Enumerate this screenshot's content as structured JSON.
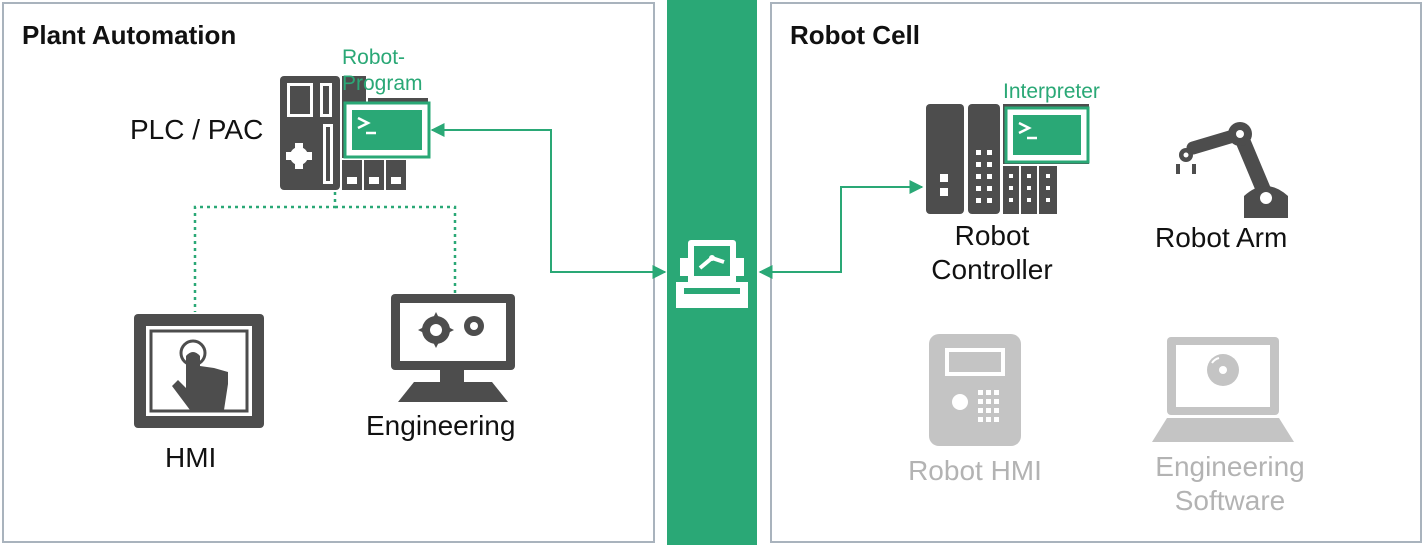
{
  "left_panel": {
    "title": "Plant Automation",
    "plc_label": "PLC / PAC",
    "robot_program_line1": "Robot-",
    "robot_program_line2": "Program",
    "hmi_label": "HMI",
    "engineering_label": "Engineering"
  },
  "right_panel": {
    "title": "Robot Cell",
    "interpreter_label": "Interpreter",
    "controller_line1": "Robot",
    "controller_line2": "Controller",
    "arm_label": "Robot Arm",
    "robot_hmi_label": "Robot HMI",
    "engsw_line1": "Engineering",
    "engsw_line2": "Software"
  },
  "icons": {
    "plc": "plc-icon",
    "program": "terminal-window-icon",
    "hmi": "touch-screen-icon",
    "engineering": "gears-monitor-icon",
    "gateway": "robot-package-icon",
    "controller": "controller-rack-icon",
    "arm": "robot-arm-icon",
    "robot_hmi": "teach-pendant-icon",
    "engsw": "laptop-disc-icon"
  },
  "colors": {
    "accent": "#2aa876",
    "device": "#4d4d4d",
    "inactive": "#c4c4c4",
    "border": "#a9b3bd"
  }
}
